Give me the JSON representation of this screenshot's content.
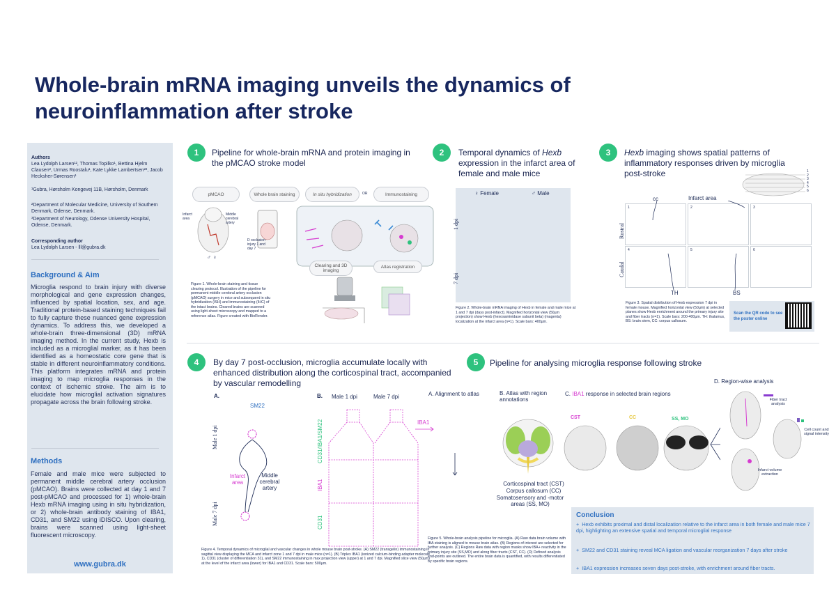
{
  "title": "Whole-brain mRNA imaging unveils the dynamics of neuroinflammation after stroke",
  "left": {
    "authors_heading": "Authors",
    "authors": "Lea Lydolph Larsen¹², Thomas Topilko¹, Bettina Hjelm Clausen², Urmas Roostalu¹, Kate Lykke Lambertsen²³, Jacob Hecksher-Sørensen¹",
    "aff1": "¹Gubra, Hørsholm Kongevej 11B, Hørsholm, Denmark",
    "aff2": "²Department of Molecular Medicine, University of Southern Denmark, Odense, Denmark.",
    "aff3": "³Department of Neurology, Odense University Hospital, Odense, Denmark.",
    "corr_heading": "Corresponding author",
    "corr": "Lea Lydolph Larsen - lll@gubra.dk",
    "bg_heading": "Background & Aim",
    "bg_text": "Microglia respond to brain injury with diverse morphological and gene expression changes, influenced by spatial location, sex, and age. Traditional protein-based staining techniques fail to fully capture these nuanced gene expression dynamics. To address this, we developed a whole-brain three-dimensional (3D) mRNA imaging method. In the current study, Hexb is included as a microglial marker, as it has been identified as a homeostatic core gene that is stable in different neuroinflammatory conditions. This platform integrates mRNA and protein imaging to map microglia responses in the context of ischemic stroke. The aim is to elucidate how microglial activation signatures propagate across the brain following stroke.",
    "methods_heading": "Methods",
    "methods_text": "Female and male mice were subjected to permanent middle cerebral artery occlusion (pMCAO). Brains were collected at day 1 and 7 post-pMCAO and processed for 1) whole-brain Hexb mRNA imaging using in situ hybridization, or 2) whole-brain antibody staining of IBA1, CD31, and SM22 using iDISCO. Upon clearing, brains were scanned using light-sheet fluorescent microscopy.",
    "url": "www.gubra.dk"
  },
  "p1": {
    "num": "1",
    "heading": "Pipeline for whole-brain mRNA and protein imaging in the pMCAO stroke model",
    "step_pmcao": "pMCAO",
    "step_staining": "Whole brain staining",
    "step_ish": "In situ hybridization",
    "step_or": "OR",
    "step_immuno": "Immunostaining",
    "step_clearing": "Clearing and 3D imaging",
    "step_atlas": "Atlas registration",
    "label_infarct": "Infarct area",
    "label_mca": "Middle cerebral artery",
    "label_days": "D occlusion injury 1 and day 7",
    "sex": "♂ ♀",
    "caption": "Figure 1. Whole-brain staining and tissue clearing protocol. Illustration of the pipeline for permanent middle cerebral artery occlusion (pMCAO) surgery in mice and subsequent in situ hybridization (ISH) and immunostaining (IHC) of the intact brains. Cleared brains are scanned using light-sheet microscopy and mapped to a reference atlas. Figure created with BioRender."
  },
  "p2": {
    "num": "2",
    "heading_pre": "Temporal dynamics of ",
    "heading_gene": "Hexb",
    "heading_post": " expression in the infarct area of female and male mice",
    "female": "♀ Female",
    "male": "♂ Male",
    "row1": "1 dpi",
    "row2": "7 dpi",
    "caption": "Figure 2. Whole-brain mRNA imaging of Hexb in female and male mice at 1 and 7 dpi (days post-infarct). Magnified horizontal view (50µm projection) show Hexb (hexosaminidase subunit beta) (magenta) localization at the infarct area (n=1). Scale bars: 400µm."
  },
  "p3": {
    "num": "3",
    "heading_gene": "Hexb",
    "heading_post": " imaging shows spatial patterns of inflammatory responses driven by microglia post-stroke",
    "label_cc": "cc",
    "label_infarct": "Infarct area",
    "label_th": "TH",
    "label_bs": "BS",
    "rostral": "Rostral",
    "caudal": "Caudal",
    "scale_ticks": [
      "1",
      "2",
      "3",
      "4",
      "5",
      "6"
    ],
    "cells": [
      "1",
      "2",
      "3",
      "4",
      "5",
      "6"
    ],
    "caption": "Figure 3. Spatial distribution of Hexb expression 7 dpi in female mouse. Magnified horizontal view (50µm) at selected planes show Hexb enrichment around the primary injury site and fiber tracts (n=1). Scale bars: 200-400µm. TH: thalamus, BS: brain stem, CC: corpus callosum.",
    "qr_text": "Scan the QR code to see the poster online"
  },
  "p4": {
    "num": "4",
    "heading": "By day 7 post-occlusion, microglia accumulate locally with enhanced distribution along the corticospinal tract, accompanied by vascular remodelling",
    "label_a": "A.",
    "label_b": "B.",
    "sm22": "SM22",
    "male1": "Male 1 dpi",
    "male7": "Male 7 dpi",
    "infarct": "Infarct area",
    "mca": "Middle cerebral artery",
    "stain1": "CD31/IBA1/SM22",
    "stain2": "IBA1",
    "stain3": "CD31",
    "col1": "Male 1 dpi",
    "col2": "Male 7 dpi",
    "iba1": "IBA1",
    "caption": "Figure 4. Temporal dynamics of microglial and vascular changes in whole mouse brain post-stroke. (A) SM22 (transgelin) immunostaining in sagittal view displaying the MCA and infarct zone 1 and 7 dpi in male mice (n=1). (B) Triplex IBA1 (ionized calcium-binding adapter molecule 1), CD31 (cluster of differentiation 31), and SM22 immunostaining in max projection view (upper) at 1 and 7 dpi. Magnified slice view (50µm) at the level of the infarct area (lower) for IBA1 and CD31. Scale bars: 500µm."
  },
  "p5": {
    "num": "5",
    "heading": "Pipeline for analysing microglia response following stroke",
    "a": "A. Alignment to atlas",
    "b": "B. Atlas with region annotations",
    "c_pre": "C. ",
    "c_iba": "IBA1",
    "c_post": " response in selected brain regions",
    "d": "D. Region-wise analysis",
    "cst": "CST",
    "cc": "CC",
    "ssmo": "SS, MO",
    "fiber": "Fiber tract analysis",
    "cellcount": "Cell count and signal intensity",
    "infarctvol": "Infarct volume extraction",
    "legend1": "Corticospinal tract (CST)",
    "legend2": "Corpus callosum (CC)",
    "legend3": "Somatosensory and -motor areas (SS, MO)",
    "caption": "Figure 5. Whole-brain analysis pipeline for microglia. (A) Raw data brain volume with IBA staining is aligned to mouse brain atlas. (B) Regions of interest are selected for further analysis. (C) Regions Raw data with region masks show IBA+ reactivity in the primary injury site (SS,MO) and along fiber tracts (CST, CC). (D) Defined analysis end-points are outlined. The entire brain data is quantified, with results differentiated by specific brain regions."
  },
  "conclusion": {
    "heading": "Conclusion",
    "items": [
      "Hexb exhibits proximal and distal localization relative to the infarct area in both female and male mice 7 dpi, highlighting an extensive spatial and temporal microglial response",
      "SM22 and CD31 staining reveal MCA ligation and vascular reorganization 7 days after stroke",
      "IBA1 expression increases seven days post-stroke, with enrichment around fiber tracts."
    ]
  },
  "colors": {
    "accent_green": "#2ec27e",
    "title_navy": "#17275f",
    "heading_blue": "#2e6fc0",
    "magenta": "#d63bd0",
    "panel_bg": "#dfe6ee"
  }
}
